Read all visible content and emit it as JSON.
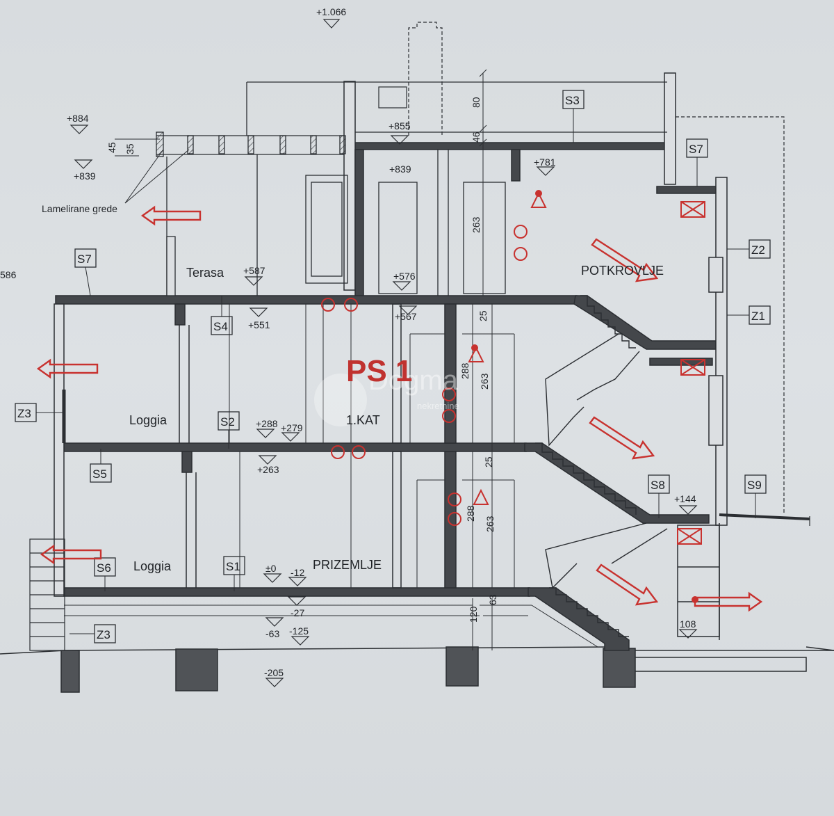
{
  "title": "PS 1",
  "floors": {
    "ground": "PRIZEMLJE",
    "first": "1.KAT",
    "attic": "POTKROVLJE"
  },
  "rooms": {
    "loggia_upper": "Loggia",
    "loggia_lower": "Loggia",
    "terrace": "Terasa"
  },
  "note_beams": "Lamelirane grede",
  "watermark": "Dogma",
  "watermark_sub": "nekretnine",
  "levels": {
    "top": "+1.066",
    "l884": "+884",
    "l839_left": "+839",
    "l586": "586",
    "l855": "+855",
    "l839_mid": "+839",
    "l781": "+781",
    "l587": "+587",
    "l576": "+576",
    "l551": "+551",
    "l567": "+567",
    "l288": "+288",
    "l279": "+279",
    "l263": "+263",
    "l144": "+144",
    "l0": "±0",
    "lm12": "-12",
    "lm27": "-27",
    "lm63": "-63",
    "lm125": "-125",
    "lm205": "-205",
    "l108": "108"
  },
  "dims": {
    "d80": "80",
    "d46": "46",
    "d45": "45",
    "d35": "35",
    "d263_top": "263",
    "d25_a": "25",
    "d288_a": "288",
    "d263_mid": "263",
    "d25_b": "25",
    "d288_b": "288",
    "d263_low": "263",
    "d120": "120",
    "d63": "63"
  },
  "tags": {
    "s3": "S3",
    "s7_right": "S7",
    "z2": "Z2",
    "z1": "Z1",
    "s7_left": "S7",
    "s4": "S4",
    "z3_upper": "Z3",
    "s2": "S2",
    "s5": "S5",
    "s8": "S8",
    "s9": "S9",
    "s6": "S6",
    "s1": "S1",
    "z3_lower": "Z3"
  },
  "colors": {
    "line": "#2b2e32",
    "slab": "#3f4246",
    "red": "#c8322f"
  }
}
